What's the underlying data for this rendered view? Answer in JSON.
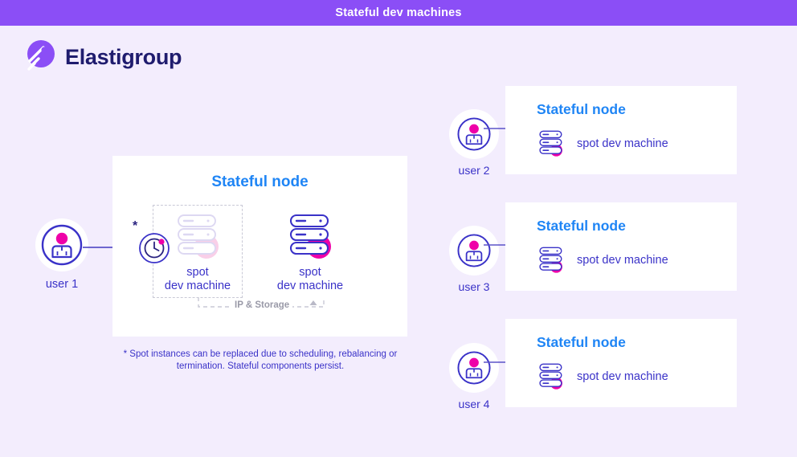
{
  "header": {
    "title": "Stateful dev machines",
    "bg_color": "#8b4ef6",
    "text_color": "#ffffff"
  },
  "brand": {
    "name": "Elastigroup",
    "logo_icon": "elastigroup-rocket-icon",
    "logo_color": "#8b4ef6",
    "text_color": "#1f1c6e"
  },
  "palette": {
    "canvas_bg": "#f3edfd",
    "card_bg": "#ffffff",
    "title_blue": "#1f85f5",
    "text_indigo": "#3a32c8",
    "accent_magenta": "#ef00a8",
    "dashed_grey": "#c9c9d6",
    "muted_grey": "#9a9aa8",
    "ghost_pink": "#f9cfe8"
  },
  "main_panel": {
    "title": "Stateful node",
    "clock_icon": "clock-icon",
    "asterisk": "*",
    "ip_storage_label": "IP & Storage",
    "machines": [
      {
        "icon": "server-stack-icon",
        "state": "ghost",
        "line1": "spot",
        "line2": "dev machine"
      },
      {
        "icon": "server-stack-icon",
        "state": "active",
        "line1": "spot",
        "line2": "dev machine"
      }
    ],
    "footnote": "* Spot instances can be replaced due to scheduling, rebalancing or termination. Stateful components persist."
  },
  "primary_user": {
    "label": "user 1",
    "icon": "user-avatar-icon"
  },
  "node_rows": [
    {
      "user_label": "user 2",
      "user_icon": "user-avatar-icon",
      "card_title": "Stateful node",
      "machine_icon": "server-stack-icon",
      "machine_label": "spot dev machine"
    },
    {
      "user_label": "user 3",
      "user_icon": "user-avatar-icon",
      "card_title": "Stateful node",
      "machine_icon": "server-stack-icon",
      "machine_label": "spot dev machine"
    },
    {
      "user_label": "user 4",
      "user_icon": "user-avatar-icon",
      "card_title": "Stateful node",
      "machine_icon": "server-stack-icon",
      "machine_label": "spot dev machine"
    }
  ]
}
